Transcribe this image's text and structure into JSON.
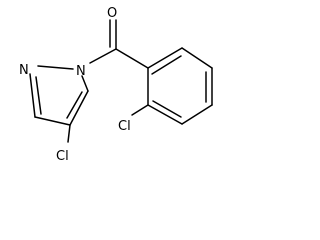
{
  "molecule": {
    "atoms": {
      "carbonyl_oxygen": "O",
      "pyrazole_n1": "N",
      "pyrazole_n2": "N",
      "ring_chlorine": "Cl",
      "aryl_chlorine": "Cl"
    }
  },
  "colors": {
    "bond": "#000000",
    "label": "#000000",
    "background": "#ffffff"
  }
}
